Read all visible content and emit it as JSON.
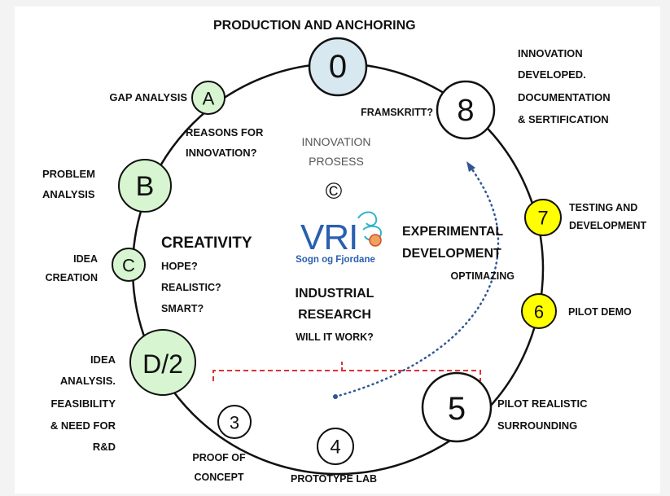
{
  "title": "PRODUCTION  AND ANCHORING",
  "colors": {
    "green": "#d6f5d0",
    "blue": "#d8e8f0",
    "yellow": "#ffff00",
    "white": "#ffffff",
    "arrow": "#2f5597",
    "bracket": "#e03030"
  },
  "nodes": {
    "n0": {
      "label": "0",
      "fill": "blue"
    },
    "nA": {
      "label": "A",
      "fill": "green"
    },
    "nB": {
      "label": "B",
      "fill": "green"
    },
    "nC": {
      "label": "C",
      "fill": "green"
    },
    "nD": {
      "label": "D/2",
      "fill": "green"
    },
    "n3": {
      "label": "3",
      "fill": "white"
    },
    "n4": {
      "label": "4",
      "fill": "white"
    },
    "n5": {
      "label": "5",
      "fill": "white"
    },
    "n6": {
      "label": "6",
      "fill": "yellow"
    },
    "n7": {
      "label": "7",
      "fill": "yellow"
    },
    "n8": {
      "label": "8",
      "fill": "white"
    }
  },
  "labels": {
    "gap_analysis": "GAP ANALYSIS",
    "reasons_1": "REASONS FOR",
    "reasons_2": "INNOVATION?",
    "problem_1": "PROBLEM",
    "problem_2": "ANALYSIS",
    "idea_1": "IDEA",
    "idea_2": "CREATION",
    "ideaan_1": "IDEA",
    "ideaan_2": "ANALYSIS.",
    "ideaan_3": "FEASIBILITY",
    "ideaan_4": "& NEED FOR",
    "ideaan_5": "R&D",
    "proof_1": "PROOF OF",
    "proof_2": "CONCEPT",
    "prototype": "PROTOTYPE LAB",
    "pilot_real_1": "PILOT REALISTIC",
    "pilot_real_2": "SURROUNDING",
    "pilot_demo": "PILOT DEMO",
    "testing_1": "TESTING AND",
    "testing_2": "DEVELOPMENT",
    "innov_dev_1": "INNOVATION",
    "innov_dev_2": "DEVELOPED.",
    "innov_dev_3": "DOCUMENTATION",
    "innov_dev_4": "& SERTIFICATION",
    "framskritt": "FRAMSKRITT?",
    "innov_proc_1": "INNOVATION",
    "innov_proc_2": "PROSESS",
    "copyright": "©",
    "creativity": "CREATIVITY",
    "hope": "HOPE?",
    "realistic": "REALISTIC?",
    "smart": "SMART?",
    "exp_1": "EXPERIMENTAL",
    "exp_2": "DEVELOPMENT",
    "optimazing": "OPTIMAZING",
    "industrial_1": "INDUSTRIAL",
    "industrial_2": "RESEARCH",
    "will_it_work": "WILL IT WORK?"
  },
  "logo": {
    "brand": "VRI",
    "region": "Sogn og Fjordane"
  }
}
